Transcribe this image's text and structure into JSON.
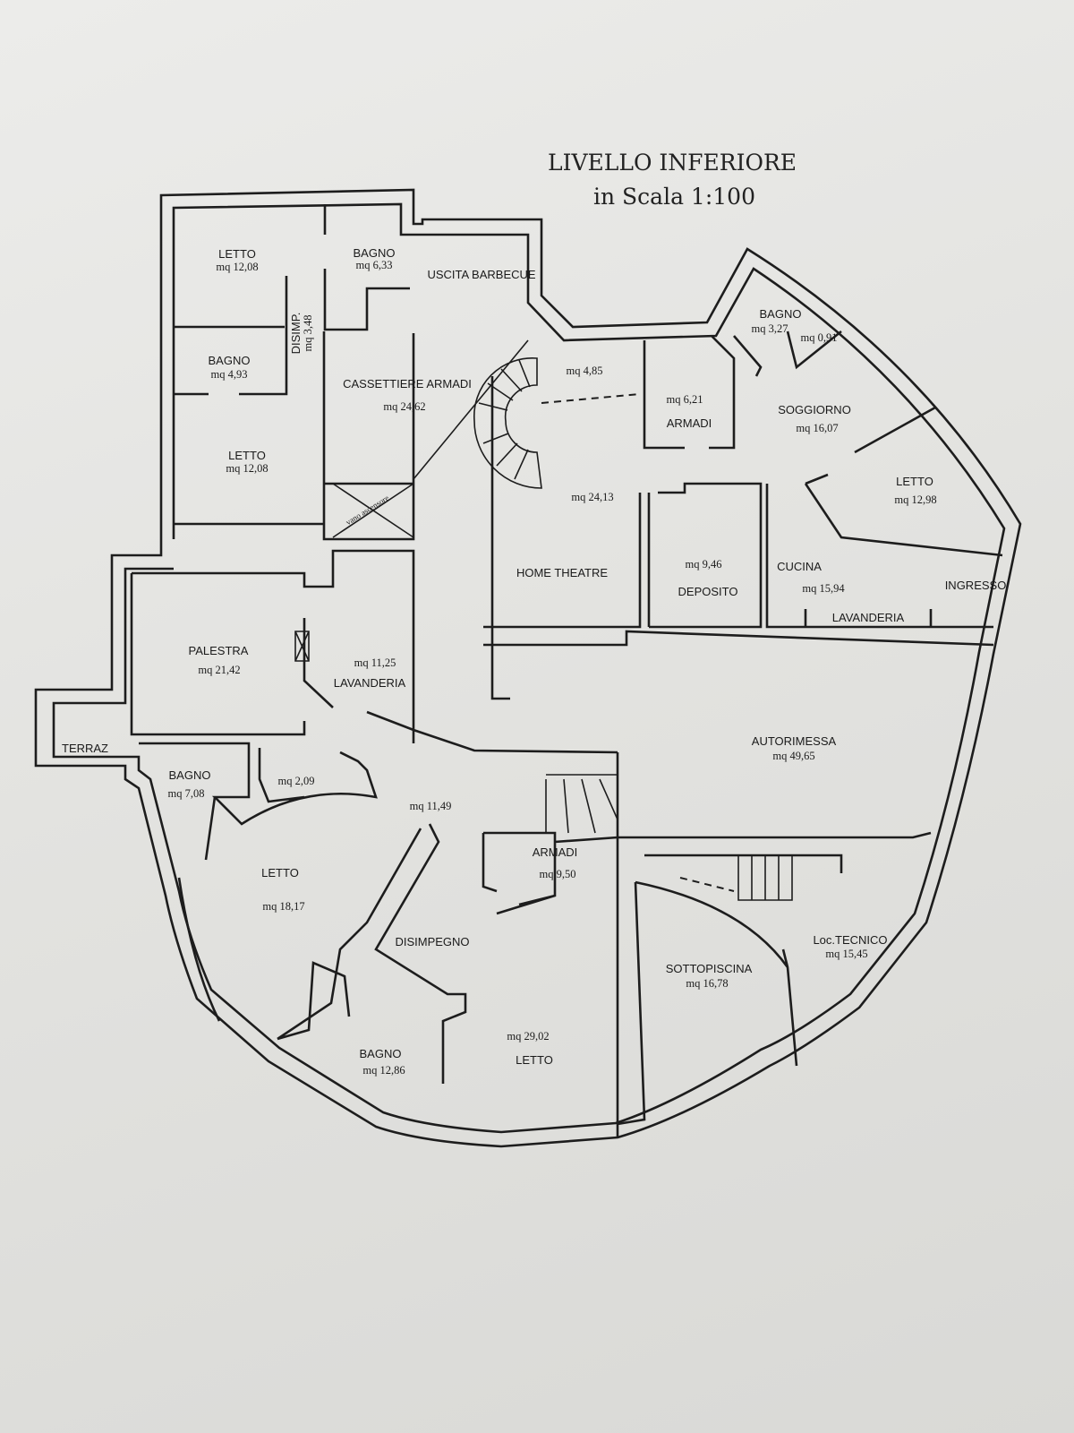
{
  "title": {
    "line1": "LIVELLO INFERIORE",
    "line2": "in Scala 1:100"
  },
  "rooms": [
    {
      "name": "LETTO",
      "area": "mq 12,08"
    },
    {
      "name": "BAGNO",
      "area": "mq 6,33"
    },
    {
      "name": "DISIMP.",
      "area": "mq 3,48"
    },
    {
      "name": "BAGNO",
      "area": "mq 4,93"
    },
    {
      "name": "LETTO",
      "area": "mq 12,08"
    },
    {
      "name": "CASSETTIERE ARMADI",
      "area": "mq 24,62"
    },
    {
      "name": "USCITA BARBECUE"
    },
    {
      "area": "mq 4,85"
    },
    {
      "name": "ARMADI",
      "area": "mq 6,21"
    },
    {
      "name": "BAGNO",
      "area": "mq 3,27"
    },
    {
      "area": "mq 0,91"
    },
    {
      "name": "SOGGIORNO",
      "area": "mq 16,07"
    },
    {
      "name": "LETTO",
      "area": "mq 12,98"
    },
    {
      "name": "HOME THEATRE",
      "area": "mq 24,13"
    },
    {
      "name": "DEPOSITO",
      "area": "mq 9,46"
    },
    {
      "name": "CUCINA",
      "area": "mq 15,94"
    },
    {
      "name": "INGRESSO"
    },
    {
      "name": "LAVANDERIA"
    },
    {
      "name": "vano ascensore"
    },
    {
      "name": "PALESTRA",
      "area": "mq 21,42"
    },
    {
      "name": "LAVANDERIA",
      "area": "mq 11,25"
    },
    {
      "name": "TERRAZ"
    },
    {
      "name": "BAGNO",
      "area": "mq 7,08"
    },
    {
      "area": "mq 2,09"
    },
    {
      "area": "mq 11,49"
    },
    {
      "name": "AUTORIMESSA",
      "area": "mq 49,65"
    },
    {
      "name": "ARMADI",
      "area": "mq 9,50"
    },
    {
      "name": "LETTO",
      "area": "mq 18,17"
    },
    {
      "name": "DISIMPEGNO"
    },
    {
      "name": "SOTTOPISCINA",
      "area": "mq 16,78"
    },
    {
      "name": "Loc.TECNICO",
      "area": "mq 15,45"
    },
    {
      "name": "BAGNO",
      "area": "mq 12,86"
    },
    {
      "name": "LETTO",
      "area": "mq 29,02"
    }
  ]
}
